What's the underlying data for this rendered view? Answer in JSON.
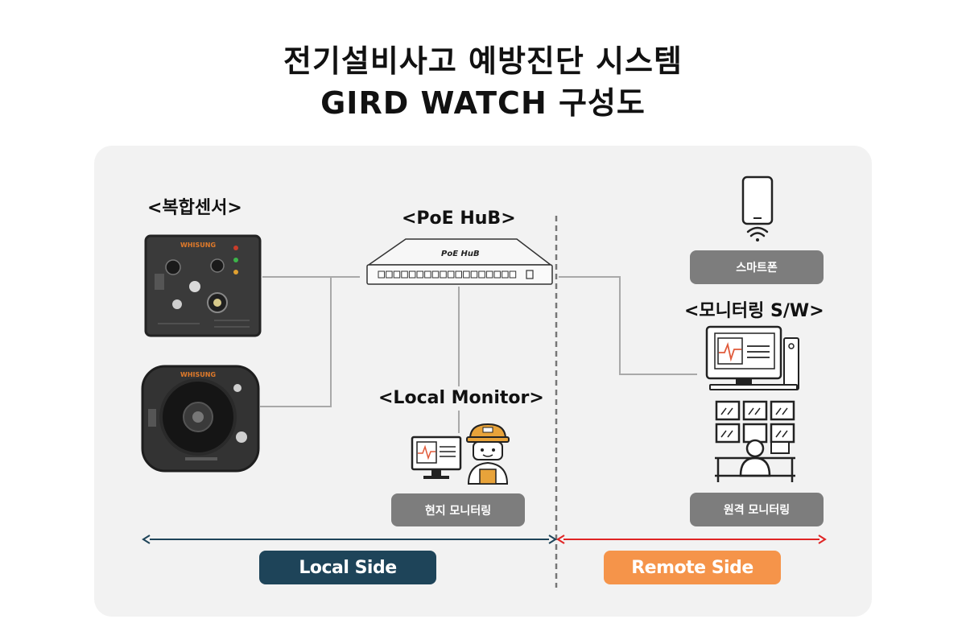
{
  "title": {
    "line1": "전기설비사고 예방진단 시스템",
    "line2": "GIRD WATCH 구성도"
  },
  "sensor": {
    "label": "<복합센서>",
    "brand": "WHISUNG"
  },
  "hub": {
    "label": "<PoE HuB>",
    "device_text": "PoE HuB"
  },
  "local_monitor": {
    "label": "<Local Monitor>",
    "pill": "현지 모니터링"
  },
  "smartphone": {
    "pill": "스마트폰"
  },
  "monitoring_sw": {
    "label": "<모니터링 S/W>"
  },
  "remote_monitor": {
    "pill": "원격 모니터링"
  },
  "sides": {
    "local": "Local Side",
    "remote": "Remote Side"
  },
  "colors": {
    "local_side": "#1e4459",
    "remote_side": "#f5944a",
    "remote_arrow": "#e02424",
    "local_arrow": "#1e4459",
    "pill": "#7d7d7d",
    "panel": "#f2f2f2"
  },
  "icons": [
    "smartphone-icon",
    "wifi-icon",
    "monitoring-workstation-icon",
    "video-wall-icon",
    "local-monitor-icon",
    "worker-icon"
  ]
}
